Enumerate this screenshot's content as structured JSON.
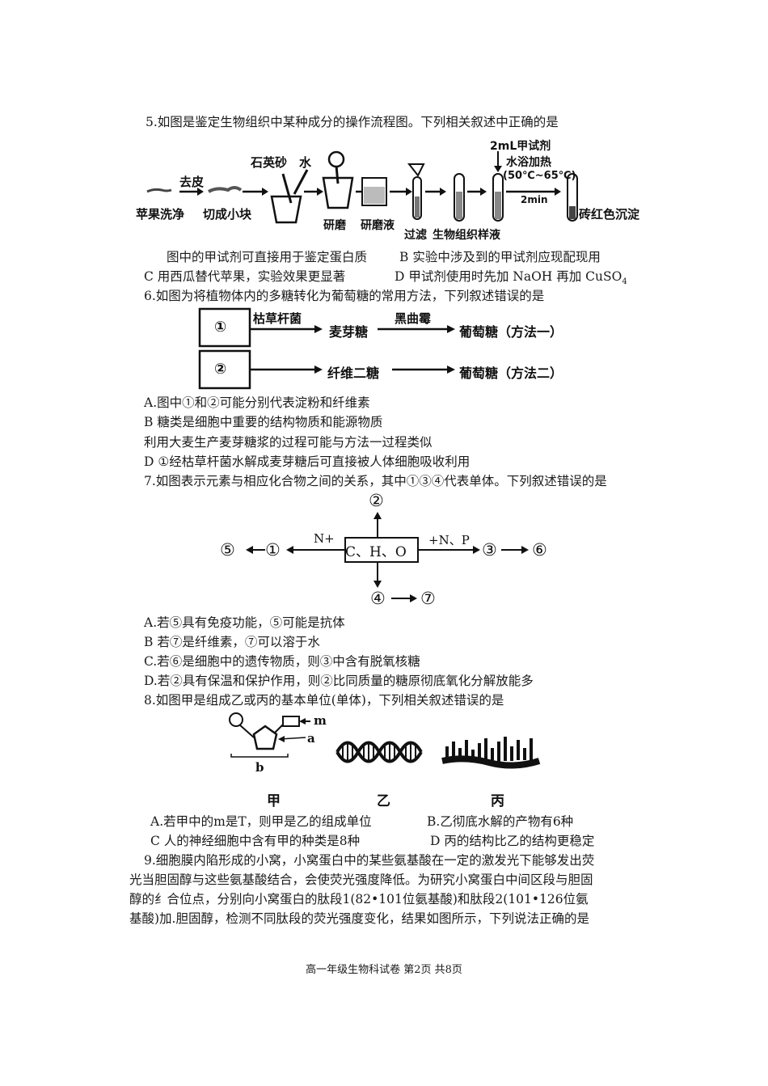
{
  "q5": {
    "stem": "5.如图是鉴定生物组织中某种成分的操作流程图。下列相关叙述中正确的是",
    "diagram": {
      "wash": "苹果洗净",
      "peel": "去皮",
      "cut": "切成小块",
      "sand": "石英砂",
      "water": "水",
      "grind": "研磨",
      "grind_liquid": "研磨液",
      "filter": "过滤",
      "sample": "生物组织样液",
      "reagent": "2mL甲试剂",
      "heat": "水浴加热",
      "temp": "(50℃~65℃)",
      "time": "2min",
      "result": "砖红色沉淀"
    },
    "opt_a": "图中的甲试剂可直接用于鉴定蛋白质",
    "opt_b": "B 实验中涉及到的甲试剂应现配现用",
    "opt_c": "C 用西瓜替代苹果，实验效果更显著",
    "opt_d_pre": "D 甲试剂使用时先加 NaOH 再加 CuSO",
    "opt_d_sub": "4"
  },
  "q6": {
    "stem": "6.如图为将植物体内的多糖转化为葡萄糖的常用方法，下列叙述错误的是",
    "diagram": {
      "box1": "①",
      "box2": "②",
      "bacteria": "枯草杆菌",
      "maltose": "麦芽糖",
      "mold": "黑曲霉",
      "glucose1": "葡萄糖（方法一）",
      "cellobiose": "纤维二糖",
      "glucose2": "葡萄糖（方法二）"
    },
    "opt_a": "A.图中①和②可能分别代表淀粉和纤维素",
    "opt_b": "B 糖类是细胞中重要的结构物质和能源物质",
    "opt_c": "利用大麦生产麦芽糖浆的过程可能与方法一过程类似",
    "opt_d": "D ①经枯草杆菌水解成麦芽糖后可直接被人体细胞吸收利用"
  },
  "q7": {
    "stem": "7.如图表示元素与相应化合物之间的关系，其中①③④代表单体。下列叙述错误的是",
    "diagram": {
      "center": "C、H、O",
      "left_label": "N+",
      "right_label": "+N、P",
      "n1": "①",
      "n2": "②",
      "n3": "③",
      "n4": "④",
      "n5": "⑤",
      "n6": "⑥",
      "n7": "⑦"
    },
    "opt_a": "A.若⑤具有免疫功能，⑤可能是抗体",
    "opt_b": "B 若⑦是纤维素，⑦可以溶于水",
    "opt_c": "C.若⑥是细胞中的遗传物质，则③中含有脱氧核糖",
    "opt_d": "D.若②具有保温和保护作用，则②比同质量的糖原彻底氧化分解放能多"
  },
  "q8": {
    "stem": "8.如图甲是组成乙或丙的基本单位(单体)，下列相关叙述错误的是",
    "diagram": {
      "m": "m",
      "a": "a",
      "b": "b",
      "jia": "甲",
      "yi": "乙",
      "bing": "丙"
    },
    "opt_a": "A.若甲中的m是T，则甲是乙的组成单位",
    "opt_b": "B.乙彻底水解的产物有6种",
    "opt_c": "C 人的神经细胞中含有甲的种类是8种",
    "opt_d": "D 丙的结构比乙的结构更稳定"
  },
  "q9": {
    "line1": "9.细胞膜内陷形成的小窝，小窝蛋白中的某些氨基酸在一定的激发光下能够发出荧",
    "line2": "光当胆固醇与这些氨基酸结合，会使荧光强度降低。为研究小窝蛋白中间区段与胆固",
    "line3": "醇的纟合位点，分别向小窝蛋白的肽段1(82•101位氨基酸)和肽段2(101•126位氨",
    "line4": "基酸)加.胆固醇，检测不同肽段的荧光强度变化，结果如图所示，下列说法正确的是"
  },
  "footer": "高一年级生物科试卷 第2页 共8页"
}
